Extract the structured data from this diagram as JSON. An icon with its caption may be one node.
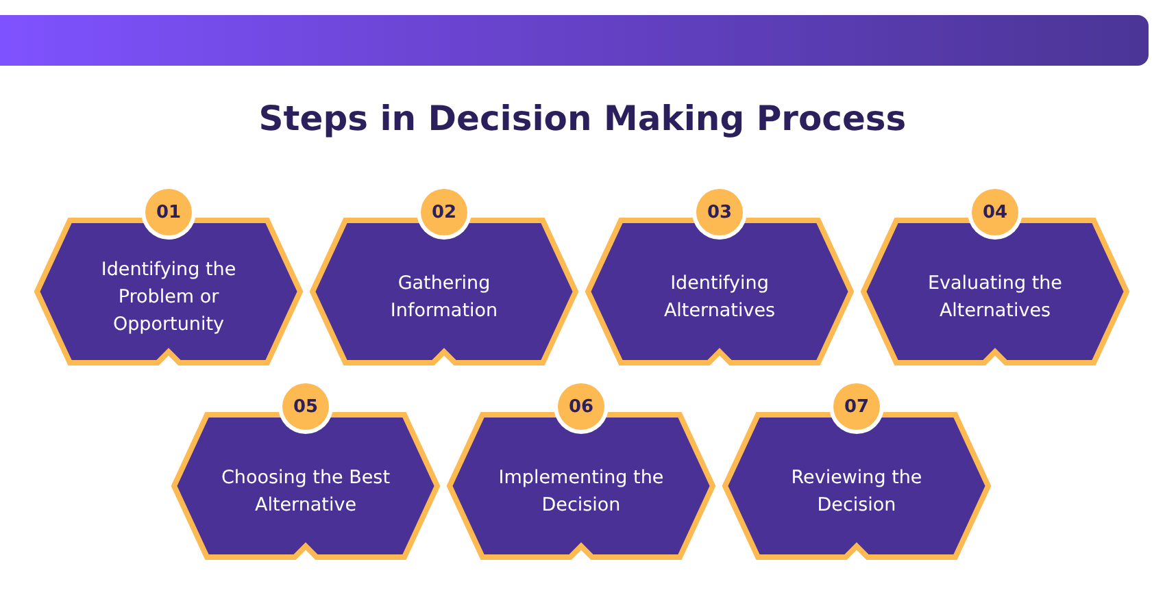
{
  "diagram": {
    "title": "Steps in Decision Making Process",
    "nodes": [
      {
        "text": [
          "01",
          "Identifying the Problem or Opportunity"
        ]
      },
      {
        "text": [
          "02",
          "Gathering Information"
        ]
      },
      {
        "text": [
          "03",
          "Identifying Alternatives"
        ]
      },
      {
        "text": [
          "04",
          "Evaluating the Alternatives"
        ]
      },
      {
        "text": [
          "05",
          "Choosing the Best Alternative"
        ]
      },
      {
        "text": [
          "06",
          "Implementing the Decision"
        ]
      },
      {
        "text": [
          "07",
          "Reviewing the Decision"
        ]
      }
    ],
    "edges": []
  }
}
